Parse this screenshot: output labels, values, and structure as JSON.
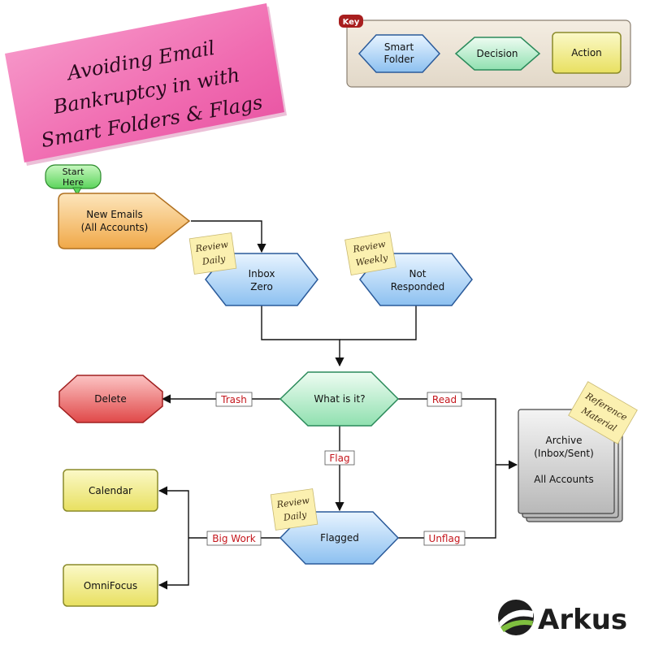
{
  "title": {
    "lines": [
      "Avoiding Email",
      "Bankruptcy in with",
      "Smart Folders & Flags"
    ]
  },
  "key": {
    "tag": "Key",
    "smart_folder": [
      "Smart",
      "Folder"
    ],
    "decision": "Decision",
    "action": "Action"
  },
  "start": [
    "Start",
    "Here"
  ],
  "nodes": {
    "new_emails": [
      "New Emails",
      "(All Accounts)"
    ],
    "inbox_zero": [
      "Inbox",
      "Zero"
    ],
    "not_responded": [
      "Not",
      "Responded"
    ],
    "what_is_it": "What is it?",
    "delete": "Delete",
    "flagged": "Flagged",
    "calendar": "Calendar",
    "omnifocus": "OmniFocus",
    "archive": [
      "Archive",
      "(Inbox/Sent)",
      "",
      "All Accounts"
    ]
  },
  "edges": {
    "trash": "Trash",
    "read": "Read",
    "flag": "Flag",
    "big_work": "Big Work",
    "unflag": "Unflag"
  },
  "stickies": {
    "review_daily_1": [
      "Review",
      "Daily"
    ],
    "review_weekly": [
      "Review",
      "Weekly"
    ],
    "review_daily_2": [
      "Review",
      "Daily"
    ],
    "reference": [
      "Reference",
      "Material"
    ]
  },
  "brand": {
    "name": "Arkus"
  },
  "colors": {
    "smart_folder": "#bcdcf8",
    "decision": "#c8f0d8",
    "action": "#f4f090",
    "source": "#f8c878",
    "delete": "#f07878",
    "start": "#7ee07e",
    "title_note": "#f06ab0",
    "sticky": "#fbf0b0",
    "edge_label": "#c4161c",
    "archive": "#d8d8d8"
  }
}
